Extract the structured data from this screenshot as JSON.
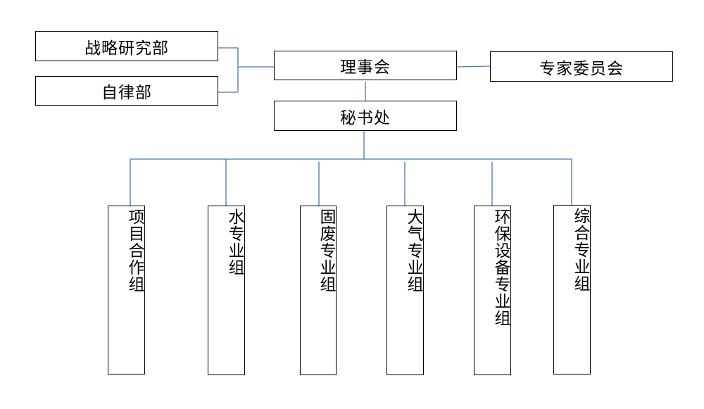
{
  "nodes": {
    "strategy": "战略研究部",
    "discipline": "自律部",
    "council": "理事会",
    "experts": "专家委员会",
    "secretariat": "秘书处"
  },
  "groups": [
    "项目合作组",
    "水专业组",
    "固废专业组",
    "大气专业组",
    "环保设备专业组",
    "综合专业组"
  ],
  "colors": {
    "connector": "#4a74b4",
    "border": "#000000"
  }
}
